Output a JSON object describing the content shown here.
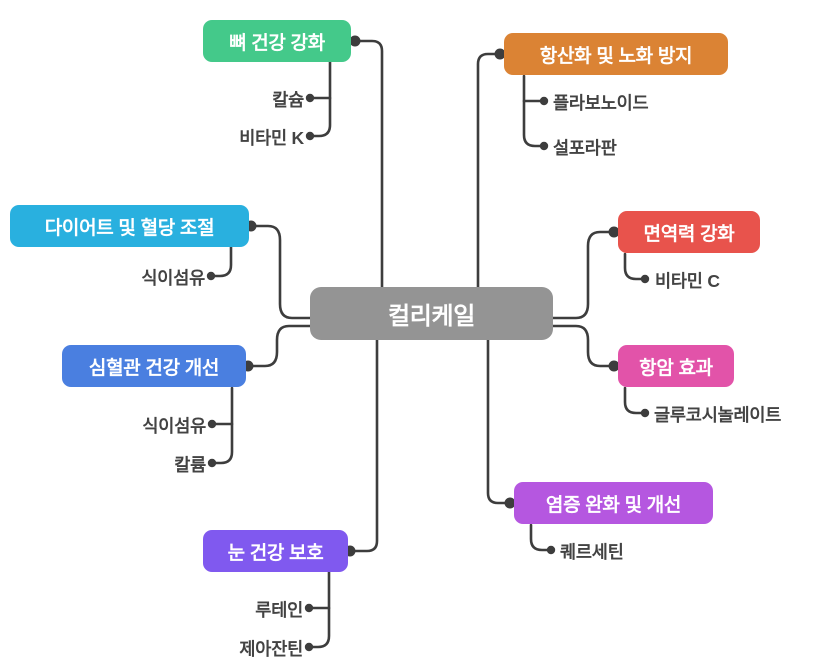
{
  "diagram": {
    "type": "mind-map",
    "title": "컬리케일",
    "center": {
      "label": "컬리케일",
      "color": "#949494",
      "text_color": "#ffffff"
    },
    "branches": [
      {
        "id": "bone",
        "label": "뼈 건강 강화",
        "color": "#44c98a",
        "side": "left",
        "children": [
          {
            "label": "칼슘"
          },
          {
            "label": "비타민 K"
          }
        ]
      },
      {
        "id": "diet",
        "label": "다이어트 및 혈당 조절",
        "color": "#29b0df",
        "side": "left",
        "children": [
          {
            "label": "식이섬유"
          }
        ]
      },
      {
        "id": "cardio",
        "label": "심혈관 건강 개선",
        "color": "#4a7fe0",
        "side": "left",
        "children": [
          {
            "label": "식이섬유"
          },
          {
            "label": "칼륨"
          }
        ]
      },
      {
        "id": "eye",
        "label": "눈 건강 보호",
        "color": "#8059ef",
        "side": "left",
        "children": [
          {
            "label": "루테인"
          },
          {
            "label": "제아잔틴"
          }
        ]
      },
      {
        "id": "antioxidant",
        "label": "항산화 및 노화 방지",
        "color": "#db8334",
        "side": "right",
        "children": [
          {
            "label": "플라보노이드"
          },
          {
            "label": "설포라판"
          }
        ]
      },
      {
        "id": "immune",
        "label": "면역력 강화",
        "color": "#e8534c",
        "side": "right",
        "children": [
          {
            "label": "비타민 C"
          }
        ]
      },
      {
        "id": "anticancer",
        "label": "항암 효과",
        "color": "#e253a9",
        "side": "right",
        "children": [
          {
            "label": "글루코시놀레이트"
          }
        ]
      },
      {
        "id": "inflammation",
        "label": "염증 완화 및 개선",
        "color": "#b557e0",
        "side": "right",
        "children": [
          {
            "label": "퀘르세틴"
          }
        ]
      }
    ],
    "connector_color": "#3d3d3d",
    "leaf_text_color": "#434343"
  }
}
